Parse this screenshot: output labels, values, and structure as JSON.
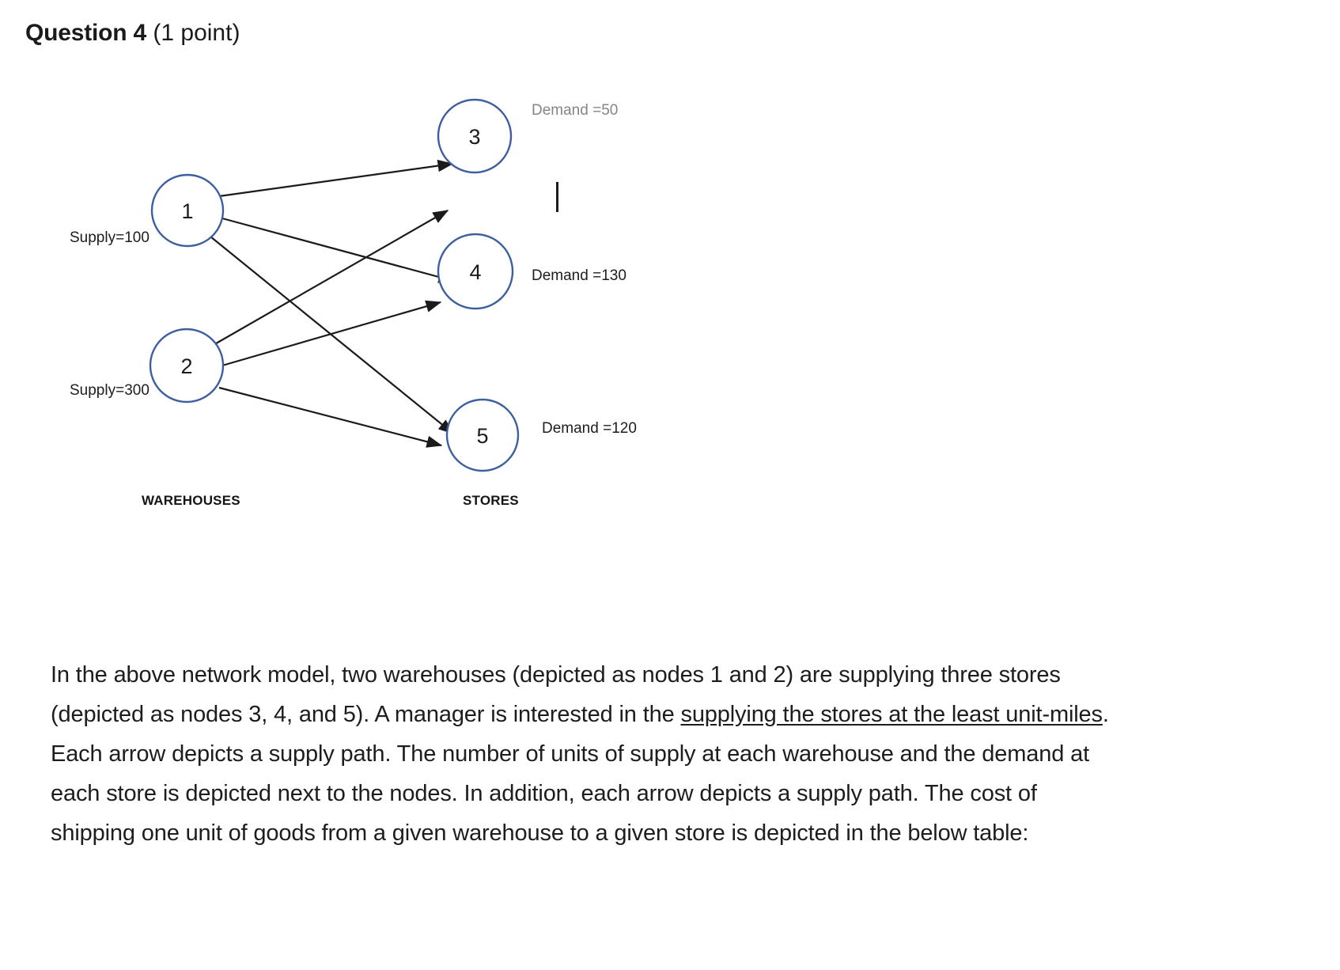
{
  "header": {
    "title": "Question 4",
    "points": "(1 point)"
  },
  "diagram": {
    "warehouses_heading": "WAREHOUSES",
    "stores_heading": "STORES",
    "nodes": [
      {
        "id": "1",
        "label": "1",
        "kind": "warehouse",
        "annotation": "Supply=100",
        "annotation_color": "#1d1d1d"
      },
      {
        "id": "2",
        "label": "2",
        "kind": "warehouse",
        "annotation": "Supply=300",
        "annotation_color": "#1d1d1d"
      },
      {
        "id": "3",
        "label": "3",
        "kind": "store",
        "annotation": "Demand =50",
        "annotation_color": "#858585"
      },
      {
        "id": "4",
        "label": "4",
        "kind": "store",
        "annotation": "Demand =130",
        "annotation_color": "#1d1d1d"
      },
      {
        "id": "5",
        "label": "5",
        "kind": "store",
        "annotation": "Demand =120",
        "annotation_color": "#1d1d1d"
      }
    ],
    "edges": [
      {
        "from": "1",
        "to": "3"
      },
      {
        "from": "1",
        "to": "4"
      },
      {
        "from": "1",
        "to": "5"
      },
      {
        "from": "2",
        "to": "3"
      },
      {
        "from": "2",
        "to": "4"
      },
      {
        "from": "2",
        "to": "5"
      }
    ],
    "node_stroke_color": "#3d5fa0",
    "edge_color": "#1b1b1b"
  },
  "body": {
    "part1": "In the above network model, two warehouses (depicted as nodes 1 and 2) are supplying three stores (depicted as nodes 3, 4, and 5). A manager is interested in the ",
    "underlined": "supplying the stores at the least unit-miles",
    "part2": ". Each arrow depicts a supply path. The number of units of supply at each warehouse and the demand at each store is depicted next to the nodes. In addition, each arrow depicts a supply path. The cost of shipping one unit of goods from a given warehouse to a given store is depicted in the below table:"
  }
}
